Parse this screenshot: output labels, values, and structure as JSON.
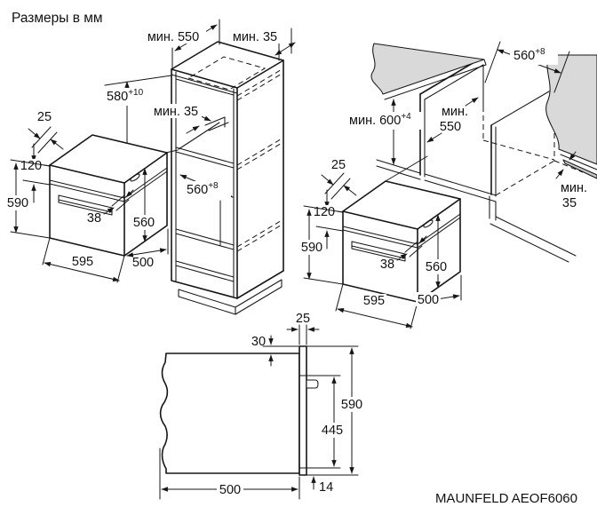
{
  "title": "Размеры в мм",
  "model": "MAUNFELD AEOF6060",
  "colors": {
    "line": "#161616",
    "counter_fill": "#d9d9d9",
    "background": "#ffffff"
  },
  "left_diagram": {
    "cabinet_depth_min": "мин. 550",
    "cabinet_back_gap_min": "мин. 35",
    "niche_height": {
      "value": "580",
      "tolerance": "+10"
    },
    "shelf_back_gap_min": "мин. 35",
    "niche_width": {
      "value": "560",
      "tolerance": "+8"
    }
  },
  "right_diagram": {
    "niche_width": {
      "value": "560",
      "tolerance": "+8"
    },
    "niche_height": {
      "prefix": "мин.",
      "value": "600",
      "tolerance": "+4"
    },
    "niche_depth": {
      "line1": "мин.",
      "line2": "550"
    },
    "back_gap": {
      "line1": "мин.",
      "line2": "35"
    }
  },
  "oven": {
    "front_frame_depth": "25",
    "control_panel_height": "120",
    "total_height": "590",
    "handle_depth": "38",
    "body_height": "560",
    "width": "595",
    "body_depth": "500"
  },
  "side_view": {
    "frame_thickness": "25",
    "top_overlap": "30",
    "height": "590",
    "lower_height": "445",
    "depth": "500",
    "bottom_offset": "14"
  }
}
